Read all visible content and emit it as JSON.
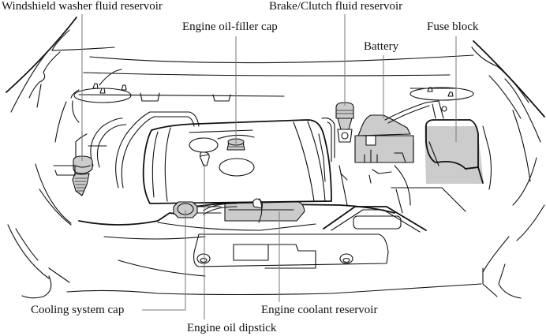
{
  "diagram": {
    "title": "Engine compartment overview",
    "highlight_color": "#cccccc",
    "line_color": "#111111",
    "leader_color": "#777777",
    "labels": {
      "windshield_washer": "Windshield washer fluid reservoir",
      "brake_clutch": "Brake/Clutch fluid reservoir",
      "oil_filler": "Engine oil-filler cap",
      "fuse_block": "Fuse block",
      "battery": "Battery",
      "cooling_cap": "Cooling system cap",
      "coolant_reservoir": "Engine coolant reservoir",
      "oil_dipstick": "Engine oil dipstick"
    },
    "components": [
      {
        "id": "windshield_washer",
        "name": "Windshield washer fluid reservoir",
        "highlighted": true
      },
      {
        "id": "oil_filler",
        "name": "Engine oil-filler cap",
        "highlighted": true
      },
      {
        "id": "brake_clutch",
        "name": "Brake/Clutch fluid reservoir",
        "highlighted": true
      },
      {
        "id": "battery",
        "name": "Battery",
        "highlighted": true
      },
      {
        "id": "fuse_block",
        "name": "Fuse block",
        "highlighted": true
      },
      {
        "id": "cooling_cap",
        "name": "Cooling system cap",
        "highlighted": true
      },
      {
        "id": "oil_dipstick",
        "name": "Engine oil dipstick",
        "highlighted": true
      },
      {
        "id": "coolant_reservoir",
        "name": "Engine coolant reservoir",
        "highlighted": true
      }
    ]
  }
}
